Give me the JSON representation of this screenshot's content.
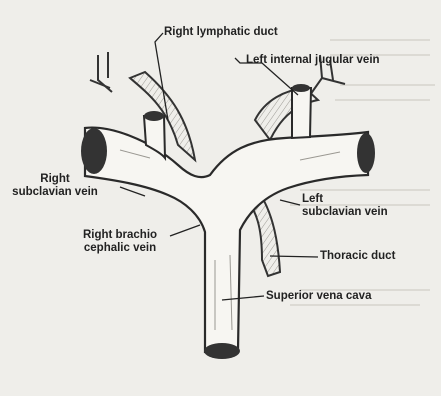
{
  "diagram": {
    "labels": {
      "right_lymphatic_duct": "Right lymphatic duct",
      "left_internal_jugular_vein": "Left internal jugular vein",
      "right_subclavian_vein_line1": "Right",
      "right_subclavian_vein_line2": "subclavian vein",
      "left_subclavian_vein_line1": "Left",
      "left_subclavian_vein_line2": "subclavian vein",
      "right_brachiocephalic_vein_line1": "Right brachio",
      "right_brachiocephalic_vein_line2": "cephalic vein",
      "thoracic_duct": "Thoracic duct",
      "superior_vena_cava": "Superior vena cava"
    }
  }
}
